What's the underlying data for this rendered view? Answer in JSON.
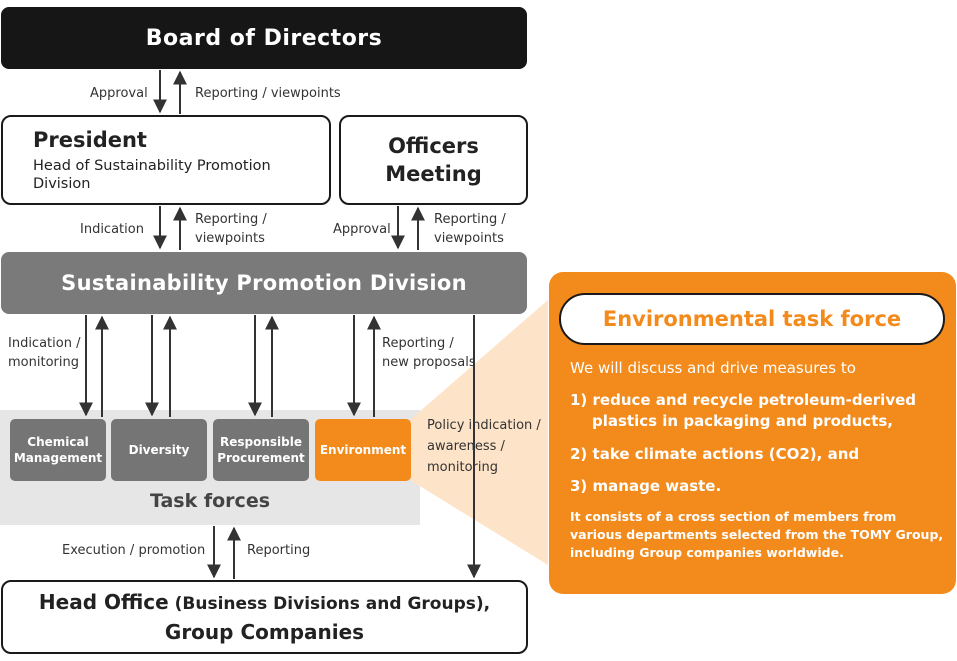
{
  "board": {
    "label": "Board of Directors"
  },
  "president": {
    "title": "President",
    "subtitle": "Head of Sustainability Promotion Division"
  },
  "officers": {
    "line1": "Officers",
    "line2": "Meeting"
  },
  "spd": {
    "label": "Sustainability Promotion Division"
  },
  "labels": {
    "approval_board": "Approval",
    "reporting_board": "Reporting / viewpoints",
    "indication_pres": "Indication",
    "reporting_pres_1": "Reporting /",
    "reporting_pres_2": "viewpoints",
    "approval_off": "Approval",
    "reporting_off_1": "Reporting /",
    "reporting_off_2": "viewpoints",
    "indication_mon_1": "Indication /",
    "indication_mon_2": "monitoring",
    "reporting_new_1": "Reporting /",
    "reporting_new_2": "new proposals",
    "policy_1": "Policy indication /",
    "policy_2": "awareness /",
    "policy_3": "monitoring",
    "execution": "Execution / promotion",
    "reporting_ho": "Reporting"
  },
  "task_forces": {
    "label": "Task forces",
    "items": [
      {
        "line1": "Chemical",
        "line2": "Management"
      },
      {
        "line1": "Diversity",
        "line2": ""
      },
      {
        "line1": "Responsible",
        "line2": "Procurement"
      },
      {
        "line1": "Environment",
        "line2": ""
      }
    ]
  },
  "head_office": {
    "line1_main": "Head Office",
    "line1_paren": " (Business Divisions and Groups),",
    "line2": "Group Companies"
  },
  "env_panel": {
    "title": "Environmental task force",
    "intro": "We will discuss and drive measures to",
    "items": [
      {
        "num": "1)",
        "line1": "reduce and recycle petroleum-derived",
        "line2": "plastics in packaging and products,"
      },
      {
        "num": "2)",
        "line1": "take climate actions (CO2), and",
        "line2": ""
      },
      {
        "num": "3)",
        "line1": "manage waste.",
        "line2": ""
      }
    ],
    "note_1": "It consists of a cross section of members from",
    "note_2": "various departments selected from the TOMY Group,",
    "note_3": "including Group companies worldwide."
  },
  "colors": {
    "orange": "#f28a1c",
    "dark": "#161616",
    "gray": "#7a7a7a",
    "light_gray": "#e6e6e6"
  }
}
